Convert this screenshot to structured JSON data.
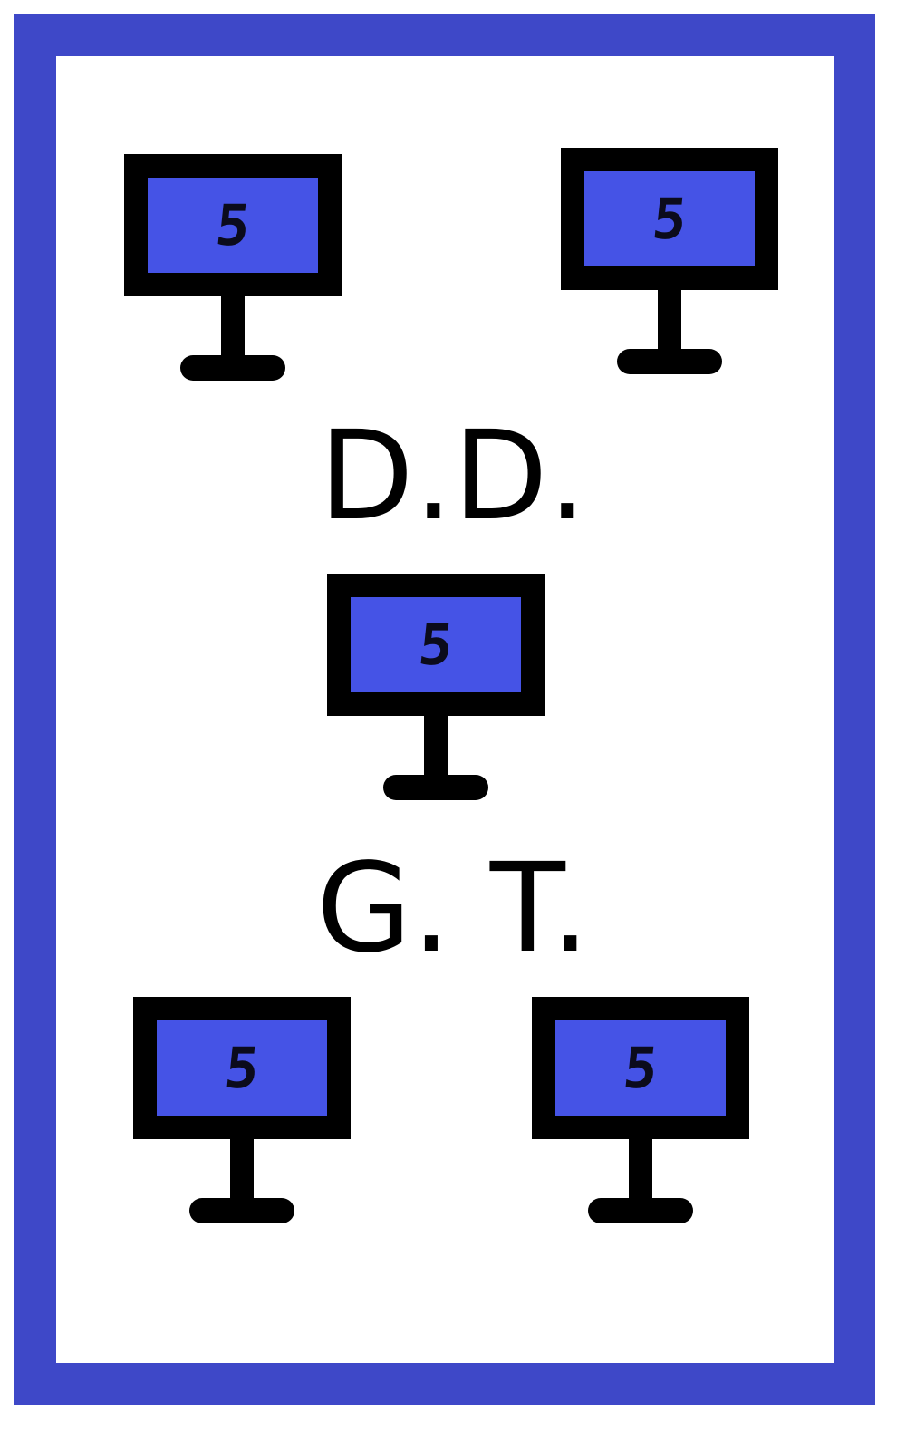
{
  "card": {
    "border_color": "#3e48c8",
    "background": "#ffffff"
  },
  "screen_color": "#4553e6",
  "monitors": [
    {
      "id": "top-left",
      "label": "5",
      "icon": "monitor-icon"
    },
    {
      "id": "top-right",
      "label": "5",
      "icon": "monitor-icon"
    },
    {
      "id": "middle",
      "label": "5",
      "icon": "monitor-icon"
    },
    {
      "id": "bottom-left",
      "label": "5",
      "icon": "monitor-icon"
    },
    {
      "id": "bottom-right",
      "label": "5",
      "icon": "monitor-icon"
    }
  ],
  "labels": {
    "top": "D.D.",
    "bottom": "G. T."
  }
}
